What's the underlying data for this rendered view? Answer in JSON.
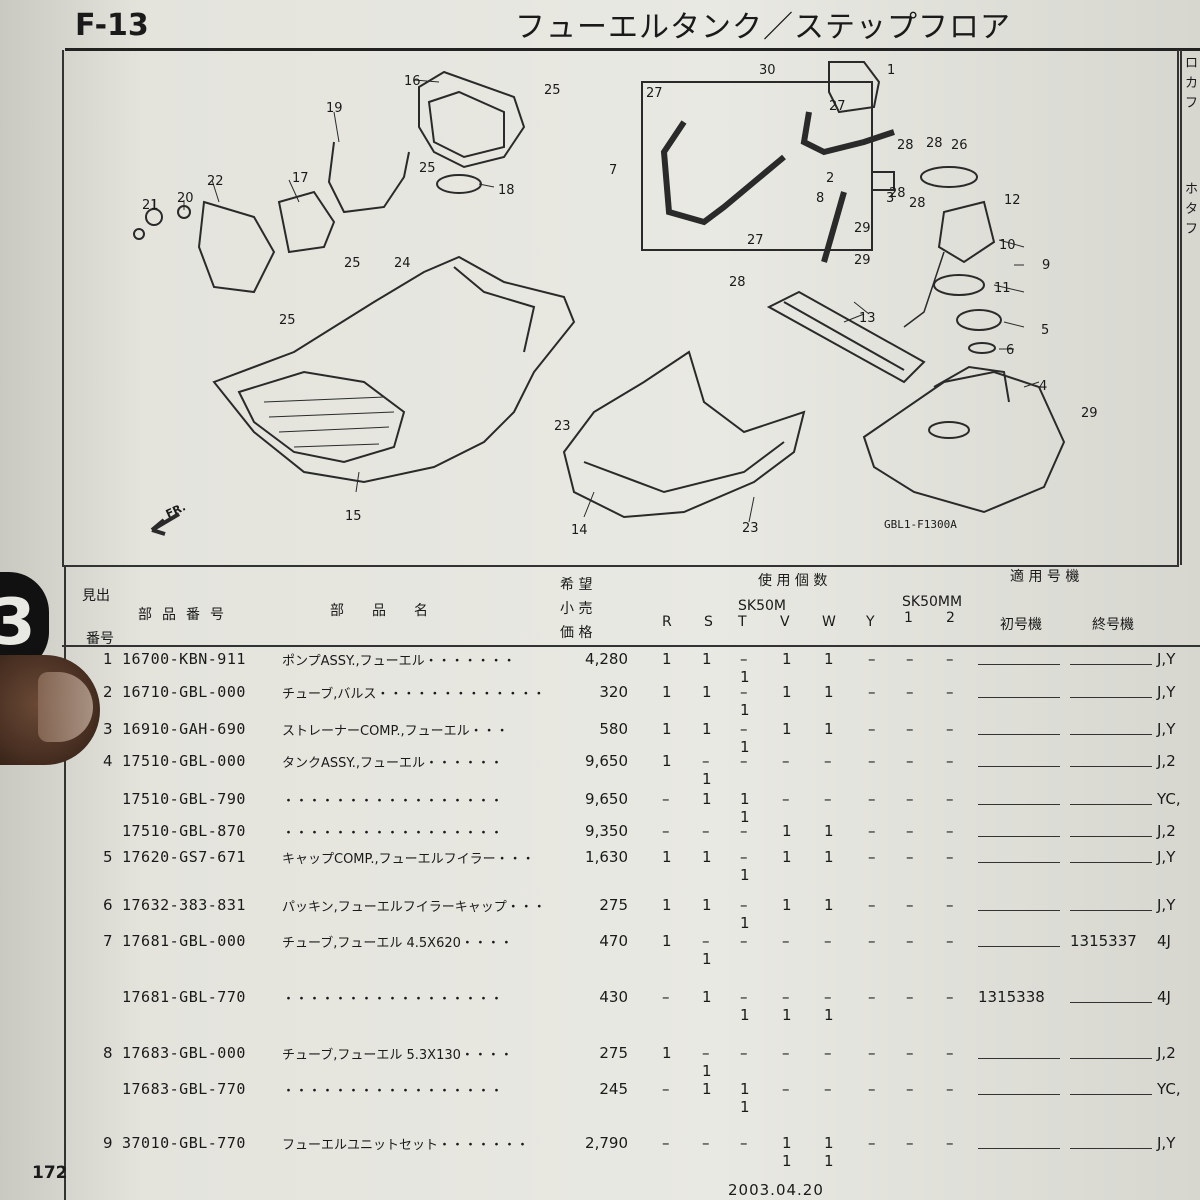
{
  "header": {
    "code": "F-13",
    "title": "フューエルタンク／ステップフロア"
  },
  "diagram": {
    "ref_code": "GBL1-F1300A",
    "fr_label": "FR.",
    "callouts": [
      "1",
      "2",
      "3",
      "4",
      "5",
      "6",
      "7",
      "8",
      "9",
      "10",
      "11",
      "12",
      "13",
      "14",
      "15",
      "16",
      "17",
      "18",
      "19",
      "20",
      "21",
      "22",
      "23",
      "23",
      "24",
      "25",
      "25",
      "25",
      "25",
      "26",
      "27",
      "27",
      "27",
      "28",
      "28",
      "28",
      "28",
      "29",
      "29",
      "30"
    ]
  },
  "side_tab": "3",
  "table_header": {
    "ref_no_top": "見出",
    "ref_no_bottom": "番号",
    "part_no": "部品番号",
    "part_name": "部品名",
    "price_1": "希 望",
    "price_2": "小 売",
    "price_3": "価 格",
    "qty_title": "使 用 個 数",
    "sk50m": "SK50M",
    "sk50mm": "SK50MM",
    "cols": [
      "R",
      "S",
      "T",
      "V",
      "W",
      "Y",
      "1",
      "2"
    ],
    "applic_title": "適 用 号 機",
    "first": "初号機",
    "last": "終号機"
  },
  "rows": [
    {
      "no": "1",
      "part": "16700-KBN-911",
      "name": "ポンプASSY.,フューエル・・・・・・・",
      "price": "4,280",
      "qty1": [
        "1",
        "1",
        "–",
        "1",
        "1",
        "–",
        "–",
        "–"
      ],
      "qty2": [
        "",
        "",
        "1",
        "",
        "",
        "",
        "",
        ""
      ],
      "first": "",
      "last": "",
      "tail": "J,Y"
    },
    {
      "no": "2",
      "part": "16710-GBL-000",
      "name": "チューブ,バルス・・・・・・・・・・・・・",
      "price": "320",
      "qty1": [
        "1",
        "1",
        "–",
        "1",
        "1",
        "–",
        "–",
        "–"
      ],
      "qty2": [
        "",
        "",
        "1",
        "",
        "",
        "",
        "",
        ""
      ],
      "first": "",
      "last": "",
      "tail": "J,Y"
    },
    {
      "no": "3",
      "part": "16910-GAH-690",
      "name": "ストレーナーCOMP.,フューエル・・・",
      "price": "580",
      "qty1": [
        "1",
        "1",
        "–",
        "1",
        "1",
        "–",
        "–",
        "–"
      ],
      "qty2": [
        "",
        "",
        "1",
        "",
        "",
        "",
        "",
        ""
      ],
      "first": "",
      "last": "",
      "tail": "J,Y"
    },
    {
      "no": "4",
      "part": "17510-GBL-000",
      "name": "タンクASSY.,フューエル・・・・・・",
      "price": "9,650",
      "qty1": [
        "1",
        "–",
        "–",
        "–",
        "–",
        "–",
        "–",
        "–"
      ],
      "qty2": [
        "",
        "1",
        "",
        "",
        "",
        "",
        "",
        ""
      ],
      "first": "",
      "last": "",
      "tail": "J,2"
    },
    {
      "no": "",
      "part": "17510-GBL-790",
      "name": "・・・・・・・・・・・・・・・・・",
      "price": "9,650",
      "qty1": [
        "–",
        "1",
        "1",
        "–",
        "–",
        "–",
        "–",
        "–"
      ],
      "qty2": [
        "",
        "",
        "1",
        "",
        "",
        "",
        "",
        ""
      ],
      "first": "",
      "last": "",
      "tail": "YC,"
    },
    {
      "no": "",
      "part": "17510-GBL-870",
      "name": "・・・・・・・・・・・・・・・・・",
      "price": "9,350",
      "qty1": [
        "–",
        "–",
        "–",
        "1",
        "1",
        "–",
        "–",
        "–"
      ],
      "qty2": [
        "",
        "",
        "",
        "",
        "",
        "",
        "",
        ""
      ],
      "first": "",
      "last": "",
      "tail": "J,2"
    },
    {
      "no": "5",
      "part": "17620-GS7-671",
      "name": "キャップCOMP.,フューエルフイラー・・・",
      "price": "1,630",
      "qty1": [
        "1",
        "1",
        "–",
        "1",
        "1",
        "–",
        "–",
        "–"
      ],
      "qty2": [
        "",
        "",
        "1",
        "",
        "",
        "",
        "",
        ""
      ],
      "first": "",
      "last": "",
      "tail": "J,Y"
    },
    {
      "no": "6",
      "part": "17632-383-831",
      "name": "パッキン,フューエルフイラーキャップ・・・",
      "price": "275",
      "qty1": [
        "1",
        "1",
        "–",
        "1",
        "1",
        "–",
        "–",
        "–"
      ],
      "qty2": [
        "",
        "",
        "1",
        "",
        "",
        "",
        "",
        ""
      ],
      "first": "",
      "last": "",
      "tail": "J,Y"
    },
    {
      "no": "7",
      "part": "17681-GBL-000",
      "name": "チューブ,フューエル 4.5X620・・・・",
      "price": "470",
      "qty1": [
        "1",
        "–",
        "–",
        "–",
        "–",
        "–",
        "–",
        "–"
      ],
      "qty2": [
        "",
        "1",
        "",
        "",
        "",
        "",
        "",
        ""
      ],
      "first": "",
      "last": "1315337",
      "tail": "4J"
    },
    {
      "no": "",
      "part": "17681-GBL-770",
      "name": "・・・・・・・・・・・・・・・・・",
      "price": "430",
      "qty1": [
        "–",
        "1",
        "–",
        "–",
        "–",
        "–",
        "–",
        "–"
      ],
      "qty2": [
        "",
        "",
        "1",
        "1",
        "1",
        "",
        "",
        ""
      ],
      "first": "1315338",
      "last": "",
      "tail": "4J"
    },
    {
      "no": "8",
      "part": "17683-GBL-000",
      "name": "チューブ,フューエル 5.3X130・・・・",
      "price": "275",
      "qty1": [
        "1",
        "–",
        "–",
        "–",
        "–",
        "–",
        "–",
        "–"
      ],
      "qty2": [
        "",
        "1",
        "",
        "",
        "",
        "",
        "",
        ""
      ],
      "first": "",
      "last": "",
      "tail": "J,2"
    },
    {
      "no": "",
      "part": "17683-GBL-770",
      "name": "・・・・・・・・・・・・・・・・・",
      "price": "245",
      "qty1": [
        "–",
        "1",
        "1",
        "–",
        "–",
        "–",
        "–",
        "–"
      ],
      "qty2": [
        "",
        "",
        "1",
        "",
        "",
        "",
        "",
        ""
      ],
      "first": "",
      "last": "",
      "tail": "YC,"
    },
    {
      "no": "9",
      "part": "37010-GBL-770",
      "name": "フューエルユニットセット・・・・・・・",
      "price": "2,790",
      "qty1": [
        "–",
        "–",
        "–",
        "1",
        "1",
        "–",
        "–",
        "–"
      ],
      "qty2": [
        "",
        "",
        "",
        "1",
        "1",
        "",
        "",
        ""
      ],
      "first": "",
      "last": "",
      "tail": "J,Y"
    }
  ],
  "footer": {
    "page": "172",
    "date": "2003.04.20"
  },
  "right_strip": [
    "ロ",
    "カ",
    "フ",
    "ホ",
    "タ",
    "フ"
  ]
}
